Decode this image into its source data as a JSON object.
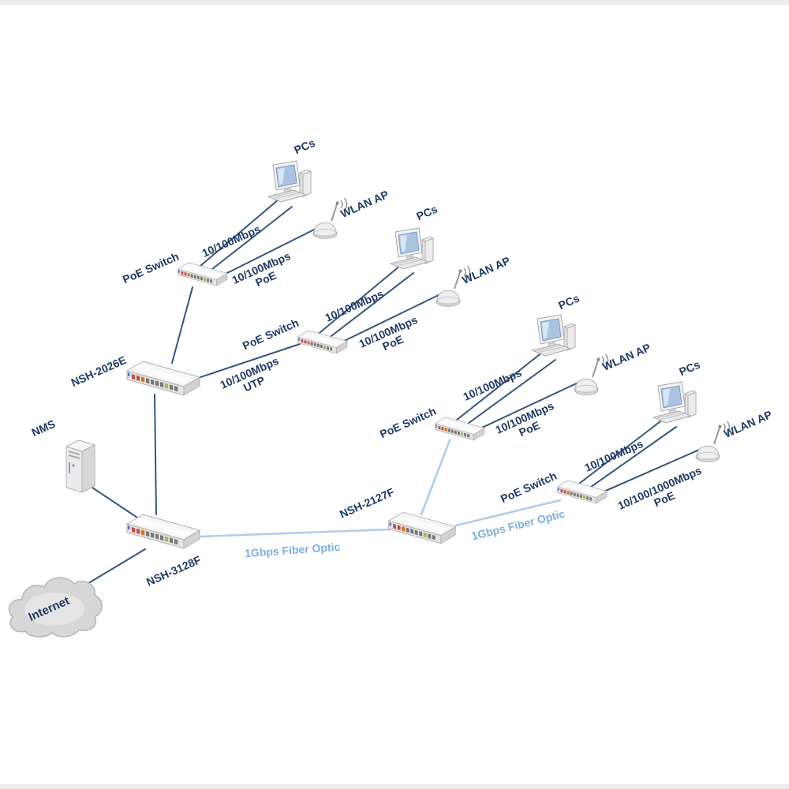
{
  "colors": {
    "copper_link": "#33567E",
    "fiber_link": "#AFCDEA",
    "label_text": "#1F3A63",
    "fiber_label_text": "#7FAEDC"
  },
  "nodes": {
    "internet": {
      "label": "Internet",
      "type": "cloud"
    },
    "nms": {
      "label": "NMS",
      "type": "server"
    },
    "core_switch": {
      "label": "NSH-3128F",
      "type": "core-switch"
    },
    "switch_2026e": {
      "label": "NSH-2026E",
      "type": "switch"
    },
    "switch_2127f": {
      "label": "NSH-2127F",
      "type": "switch"
    },
    "poe_switch": {
      "label": "PoE Switch",
      "type": "poe-switch",
      "count": 4
    },
    "pcs": {
      "label": "PCs",
      "type": "computer",
      "count": 4
    },
    "wlan_ap": {
      "label": "WLAN AP",
      "type": "access-point",
      "count": 4
    }
  },
  "link_labels": {
    "lan": "10/100Mbps",
    "poe_line1": "10/100Mbps",
    "poe_line2": "PoE",
    "utp_line1": "10/100Mbps",
    "utp_line2": "UTP",
    "gig_poe_line1": "10/100/1000Mbps",
    "gig_poe_line2": "PoE",
    "fiber": "1Gbps Fiber Optic"
  },
  "connections": [
    {
      "from": "Internet",
      "to": "NSH-3128F",
      "type": "copper",
      "label": ""
    },
    {
      "from": "NMS",
      "to": "NSH-3128F",
      "type": "copper",
      "label": ""
    },
    {
      "from": "NSH-3128F",
      "to": "NSH-2026E",
      "type": "copper",
      "label": ""
    },
    {
      "from": "NSH-2026E",
      "to": "PoE Switch 1",
      "type": "copper",
      "label": ""
    },
    {
      "from": "NSH-2026E",
      "to": "PoE Switch 2",
      "type": "copper",
      "label": "10/100Mbps UTP"
    },
    {
      "from": "NSH-3128F",
      "to": "NSH-2127F",
      "type": "fiber",
      "label": "1Gbps Fiber Optic"
    },
    {
      "from": "NSH-2127F",
      "to": "PoE Switch 3",
      "type": "fiber",
      "label": ""
    },
    {
      "from": "NSH-2127F",
      "to": "PoE Switch 4",
      "type": "fiber",
      "label": "1Gbps Fiber Optic"
    },
    {
      "from": "PoE Switch 1",
      "to": "PCs",
      "type": "copper",
      "label": "10/100Mbps"
    },
    {
      "from": "PoE Switch 1",
      "to": "WLAN AP",
      "type": "copper",
      "label": "10/100Mbps PoE"
    },
    {
      "from": "PoE Switch 2",
      "to": "PCs",
      "type": "copper",
      "label": "10/100Mbps"
    },
    {
      "from": "PoE Switch 2",
      "to": "WLAN AP",
      "type": "copper",
      "label": "10/100Mbps PoE"
    },
    {
      "from": "PoE Switch 3",
      "to": "PCs",
      "type": "copper",
      "label": "10/100Mbps"
    },
    {
      "from": "PoE Switch 3",
      "to": "WLAN AP",
      "type": "copper",
      "label": "10/100Mbps PoE"
    },
    {
      "from": "PoE Switch 4",
      "to": "PCs",
      "type": "copper",
      "label": "10/100Mbps"
    },
    {
      "from": "PoE Switch 4",
      "to": "WLAN AP",
      "type": "copper",
      "label": "10/100/1000Mbps PoE"
    }
  ]
}
